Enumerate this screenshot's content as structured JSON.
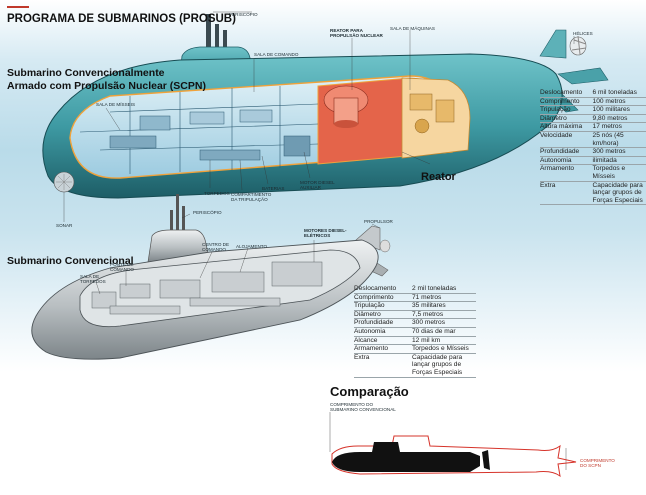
{
  "title": "PROGRAMA DE SUBMARINOS (PROSUB)",
  "colors": {
    "hull": "#3e9aa3",
    "hull_dark": "#1d5d66",
    "reactor": "#e4644a",
    "comparison_red": "#d6342b",
    "water": "#b9dbe9"
  },
  "scpn": {
    "heading_line1": "Submarino Convencionalmente",
    "heading_line2": "Armado com Propulsão Nuclear (SCPN)",
    "reactor_callout": "Reator",
    "labels": {
      "periscopio": "Periscópio",
      "sala_de_comando": "Sala de comando",
      "reator_para": "Reator para",
      "propulsao_nuclear": "propulsão nuclear",
      "sala_de_maquinas": "Sala de máquinas",
      "helices": "Hélices",
      "sala_de_misseis": "Sala de mísseis",
      "sonar": "Sonar",
      "torpedos": "Torpedos",
      "compartimento": "Compartimento",
      "da_tripulacao": "da tripulação",
      "baterias": "Baterias",
      "motor_diesel": "Motor diesel",
      "auxiliar": "auxiliar"
    },
    "specs": [
      {
        "key": "Deslocamento",
        "value": "6 mil toneladas"
      },
      {
        "key": "Comprimento",
        "value": "100 metros"
      },
      {
        "key": "Tripulação",
        "value": "100 militares"
      },
      {
        "key": "Diâmetro",
        "value": "9,80 metros"
      },
      {
        "key": "Altura máxima",
        "value": "17 metros"
      },
      {
        "key": "Velocidade",
        "value": "25 nós (45 km/hora)"
      },
      {
        "key": "Profundidade",
        "value": "300 metros"
      },
      {
        "key": "Autonomia",
        "value": "ilimitada"
      },
      {
        "key": "Armamento",
        "value": "Torpedos e Mísseis"
      },
      {
        "key": "Extra",
        "value": "Capacidade para lançar grupos de Forças Especiais"
      }
    ]
  },
  "conv": {
    "heading": "Submarino Convencional",
    "labels": {
      "periscopio": "Periscópio",
      "propulsor": "Propulsor",
      "motores": "Motores diesel-",
      "eletricos": "elétricos",
      "centro_de": "Centro de",
      "comando": "comando",
      "alojamento": "Alojamento",
      "ponte_de": "Ponte de",
      "comando2": "comando",
      "sala_de": "Sala de",
      "torpedos": "torpedos"
    },
    "specs": [
      {
        "key": "Deslocamento",
        "value": "2 mil toneladas"
      },
      {
        "key": "Comprimento",
        "value": "71 metros"
      },
      {
        "key": "Tripulação",
        "value": "35 militares"
      },
      {
        "key": "Diâmetro",
        "value": "7,5 metros"
      },
      {
        "key": "Profundidade",
        "value": "300 metros"
      },
      {
        "key": "Autonomia",
        "value": "70 dias de mar"
      },
      {
        "key": "Alcance",
        "value": "12 mil km"
      },
      {
        "key": "Armamento",
        "value": "Torpedos e Mísseis"
      },
      {
        "key": "Extra",
        "value": "Capacidade para lançar grupos de Forças Especiais"
      }
    ]
  },
  "comparison": {
    "heading": "Comparação",
    "conv_label_line1": "Comprimento do",
    "conv_label_line2": "submarino convencional",
    "scpn_label_line1": "Comprimento",
    "scpn_label_line2": "do SCPN"
  }
}
